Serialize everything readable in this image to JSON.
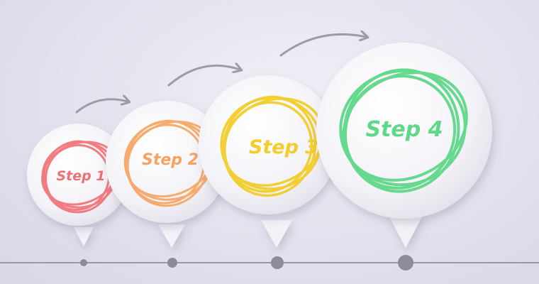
{
  "steps": [
    {
      "label": "Step 1",
      "color": "#f06f74"
    },
    {
      "label": "Step 2",
      "color": "#f7a35e"
    },
    {
      "label": "Step 3",
      "color": "#f2cd2b"
    },
    {
      "label": "Step 4",
      "color": "#5fd88a"
    }
  ],
  "colors": {
    "timeline": "#9a97a8",
    "node": "#8d8a9e",
    "arrow": "#9d9aab",
    "bubble": "#f5f4f8"
  }
}
